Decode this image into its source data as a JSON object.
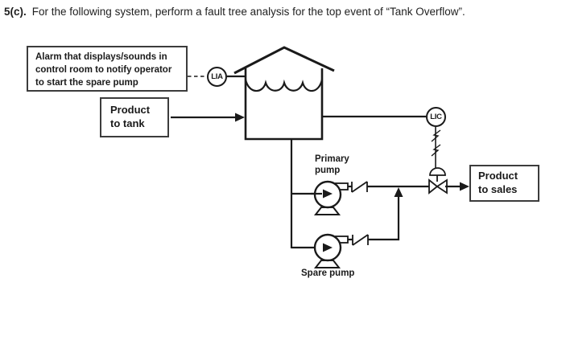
{
  "title": {
    "number": "5(c).",
    "text": "For the following system, perform a fault tree analysis for the top event of “Tank Overflow”."
  },
  "diagram": {
    "alarm_note": {
      "lines": [
        "Alarm that displays/sounds in",
        "control room to notify operator",
        "to start the spare pump"
      ]
    },
    "instruments": {
      "level_indicator_alarm": "LIA",
      "level_indicator_controller": "LIC"
    },
    "boxes": {
      "product_to_tank": {
        "lines": [
          "Product",
          "to tank"
        ]
      },
      "product_to_sales": {
        "lines": [
          "Product",
          "to sales"
        ]
      }
    },
    "labels": {
      "primary_pump": {
        "lines": [
          "Primary",
          "pump"
        ]
      },
      "spare_pump": "Spare pump"
    },
    "icons": [
      "storage-tank-icon",
      "tank-roof-icon",
      "liquid-level-wave-icon",
      "centrifugal-pump-icon",
      "check-valve-icon",
      "control-valve-icon",
      "valve-actuator-dome-icon",
      "electric-signal-icon"
    ]
  },
  "colors": {
    "ink": "#1a1a1a",
    "box_border": "#3c3c3c",
    "background": "#ffffff"
  }
}
